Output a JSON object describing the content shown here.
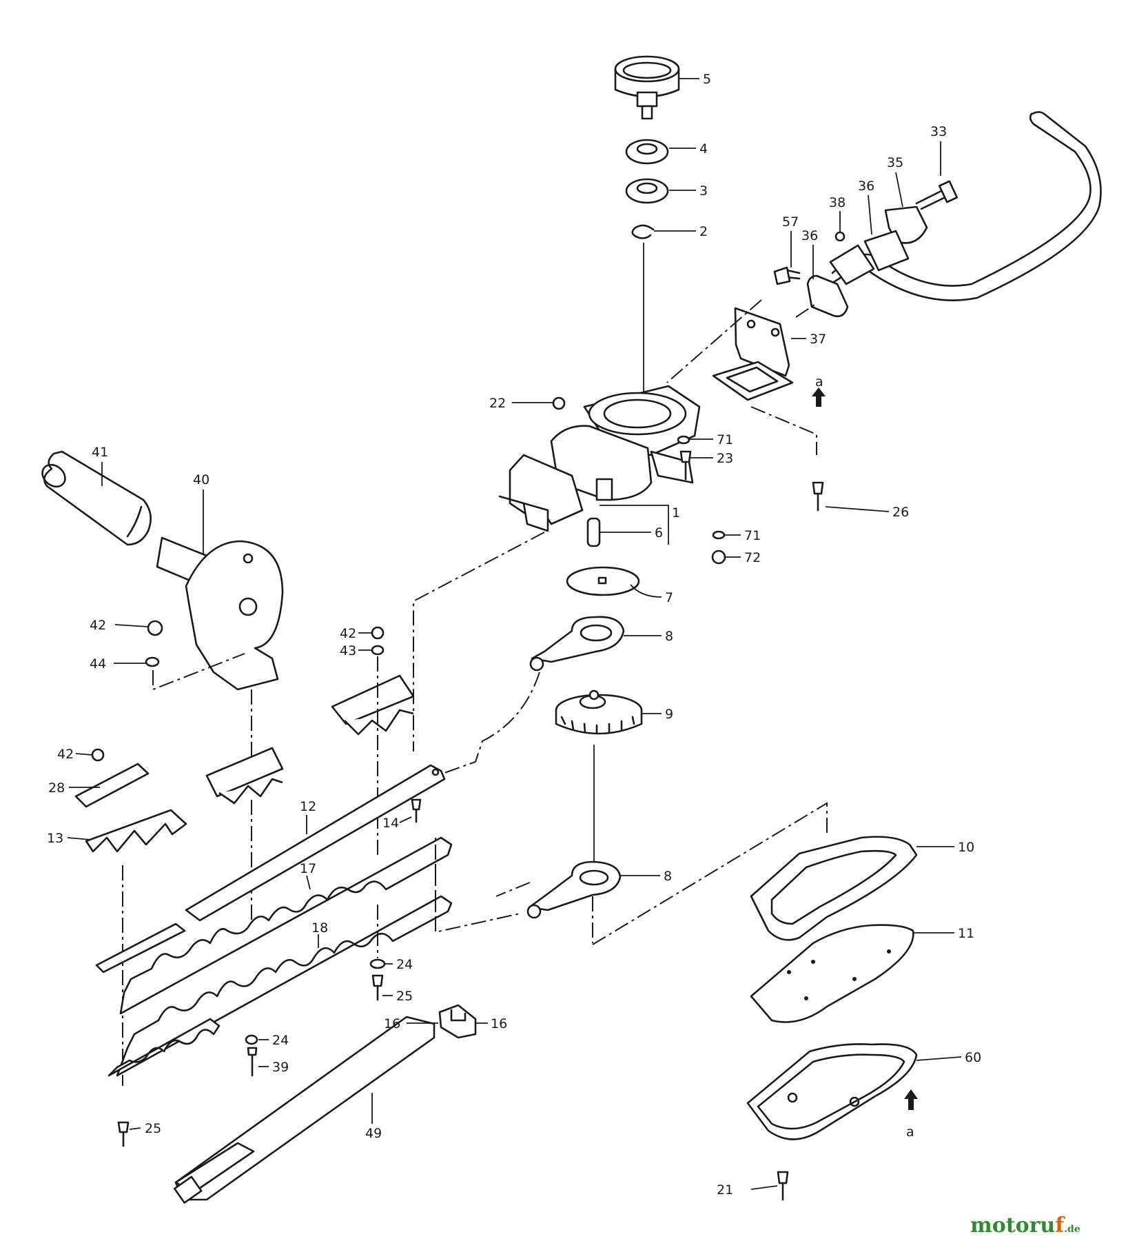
{
  "callouts": [
    {
      "id": "c5",
      "text": "5"
    },
    {
      "id": "c4",
      "text": "4"
    },
    {
      "id": "c3",
      "text": "3"
    },
    {
      "id": "c2",
      "text": "2"
    },
    {
      "id": "c33",
      "text": "33"
    },
    {
      "id": "c35",
      "text": "35"
    },
    {
      "id": "c36a",
      "text": "36"
    },
    {
      "id": "c38",
      "text": "38"
    },
    {
      "id": "c57",
      "text": "57"
    },
    {
      "id": "c36b",
      "text": "36"
    },
    {
      "id": "c37",
      "text": "37"
    },
    {
      "id": "ca1",
      "text": "a"
    },
    {
      "id": "c22",
      "text": "22"
    },
    {
      "id": "c71a",
      "text": "71"
    },
    {
      "id": "c23",
      "text": "23"
    },
    {
      "id": "c26",
      "text": "26"
    },
    {
      "id": "c1",
      "text": "1"
    },
    {
      "id": "c6",
      "text": "6"
    },
    {
      "id": "c71b",
      "text": "71"
    },
    {
      "id": "c72",
      "text": "72"
    },
    {
      "id": "c7",
      "text": "7"
    },
    {
      "id": "c8a",
      "text": "8"
    },
    {
      "id": "c9",
      "text": "9"
    },
    {
      "id": "c41",
      "text": "41"
    },
    {
      "id": "c40",
      "text": "40"
    },
    {
      "id": "c42a",
      "text": "42"
    },
    {
      "id": "c44",
      "text": "44"
    },
    {
      "id": "c42b",
      "text": "42"
    },
    {
      "id": "c43",
      "text": "43"
    },
    {
      "id": "c42c",
      "text": "42"
    },
    {
      "id": "c28",
      "text": "28"
    },
    {
      "id": "c12",
      "text": "12"
    },
    {
      "id": "c13",
      "text": "13"
    },
    {
      "id": "c14",
      "text": "14"
    },
    {
      "id": "c17",
      "text": "17"
    },
    {
      "id": "c18",
      "text": "18"
    },
    {
      "id": "c8b",
      "text": "8"
    },
    {
      "id": "c10",
      "text": "10"
    },
    {
      "id": "c11",
      "text": "11"
    },
    {
      "id": "c24a",
      "text": "24"
    },
    {
      "id": "c25a",
      "text": "25"
    },
    {
      "id": "c16a",
      "text": "16"
    },
    {
      "id": "c16b",
      "text": "16"
    },
    {
      "id": "c24b",
      "text": "24"
    },
    {
      "id": "c39",
      "text": "39"
    },
    {
      "id": "c60",
      "text": "60"
    },
    {
      "id": "ca2",
      "text": "a"
    },
    {
      "id": "c25b",
      "text": "25"
    },
    {
      "id": "c49",
      "text": "49"
    },
    {
      "id": "c21",
      "text": "21"
    }
  ],
  "watermark": {
    "name": "motoruf",
    "suffix": ".de",
    "color_main": "#2e8b2e",
    "color_accent": "#e06000"
  }
}
